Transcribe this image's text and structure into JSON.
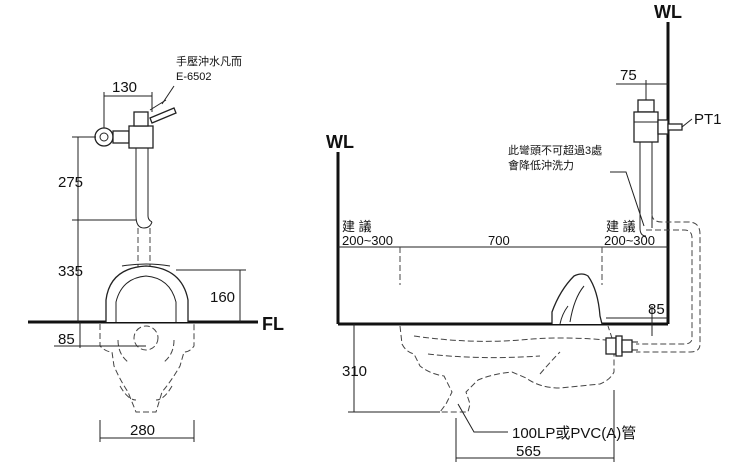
{
  "front_view": {
    "valve_label_line1": "手壓沖水凡而",
    "valve_label_line2": "E-6502",
    "dim_width_top": "130",
    "dim_height_upper": "275",
    "dim_height_lower": "335",
    "dim_bowl_height": "160",
    "dim_offset": "85",
    "dim_width_bottom": "280",
    "floor_label": "FL"
  },
  "side_view": {
    "wall_label_left": "WL",
    "wall_label_right": "WL",
    "dim_top": "75",
    "pt_label": "PT1",
    "note_line1": "此彎頭不可超過3處",
    "note_line2": "會降低沖洗力",
    "suggest_left_line1": "建 議",
    "suggest_left_line2": "200~300",
    "suggest_mid": "700",
    "suggest_right_line1": "建 議",
    "suggest_right_line2": "200~300",
    "dim_right_85": "85",
    "dim_depth": "310",
    "pipe_label": "100LP或PVC(A)管",
    "dim_length": "565"
  }
}
